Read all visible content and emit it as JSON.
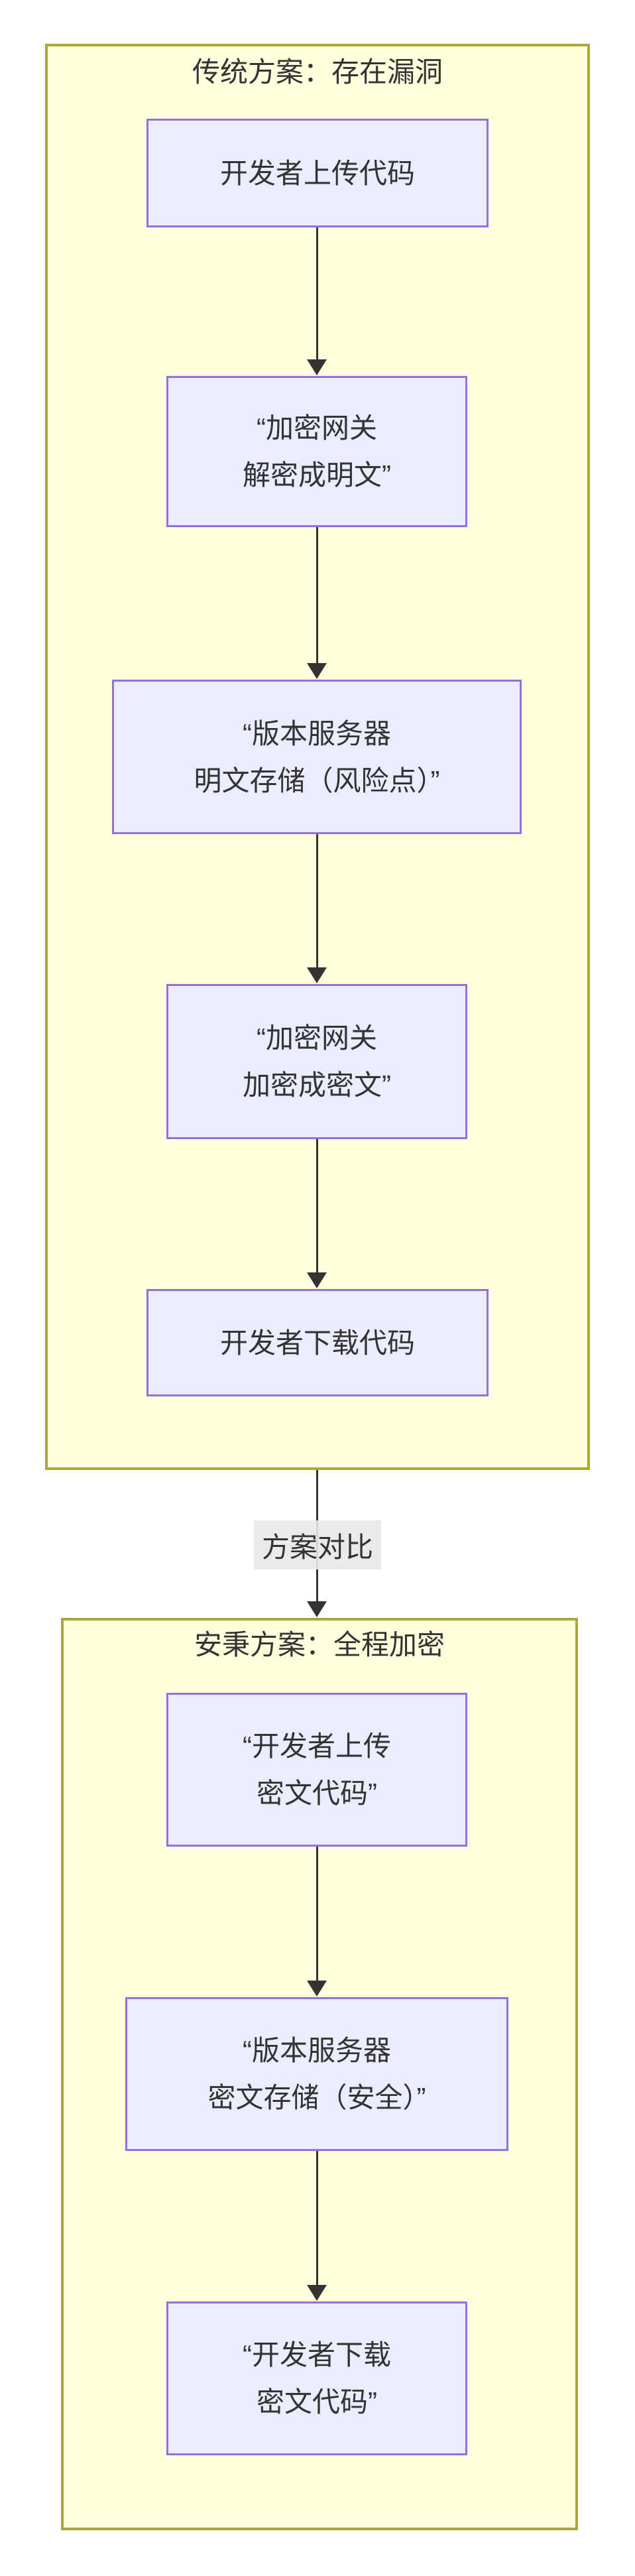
{
  "diagram": {
    "type": "flowchart-top-down",
    "colors": {
      "page_background": "#ffffff",
      "cluster_fill": "#ffffde",
      "cluster_border": "#a9a93a",
      "node_fill": "#ececff",
      "node_border": "#9370db",
      "text": "#333333",
      "edge": "#333333",
      "edge_label_bg": "#e8e8e8"
    },
    "clusters": [
      {
        "id": "traditional",
        "title": "传统方案：存在漏洞"
      },
      {
        "id": "anbing",
        "title": "安秉方案：全程加密"
      }
    ],
    "nodes": {
      "dev_upload": {
        "lines": [
          "开发者上传代码"
        ]
      },
      "gateway_decrypt": {
        "lines": [
          "“加密网关",
          "解密成明文”"
        ]
      },
      "server_plaintext": {
        "lines": [
          "“版本服务器",
          "明文存储（风险点）”"
        ]
      },
      "gateway_encrypt": {
        "lines": [
          "“加密网关",
          "加密成密文”"
        ]
      },
      "dev_download": {
        "lines": [
          "开发者下载代码"
        ]
      },
      "dev_upload_cipher": {
        "lines": [
          "“开发者上传",
          "密文代码”"
        ]
      },
      "server_cipher": {
        "lines": [
          "“版本服务器",
          "密文存储（安全）”"
        ]
      },
      "dev_download_cipher": {
        "lines": [
          "“开发者下载",
          "密文代码”"
        ]
      }
    },
    "edges": {
      "comparison_label": "方案对比"
    }
  }
}
